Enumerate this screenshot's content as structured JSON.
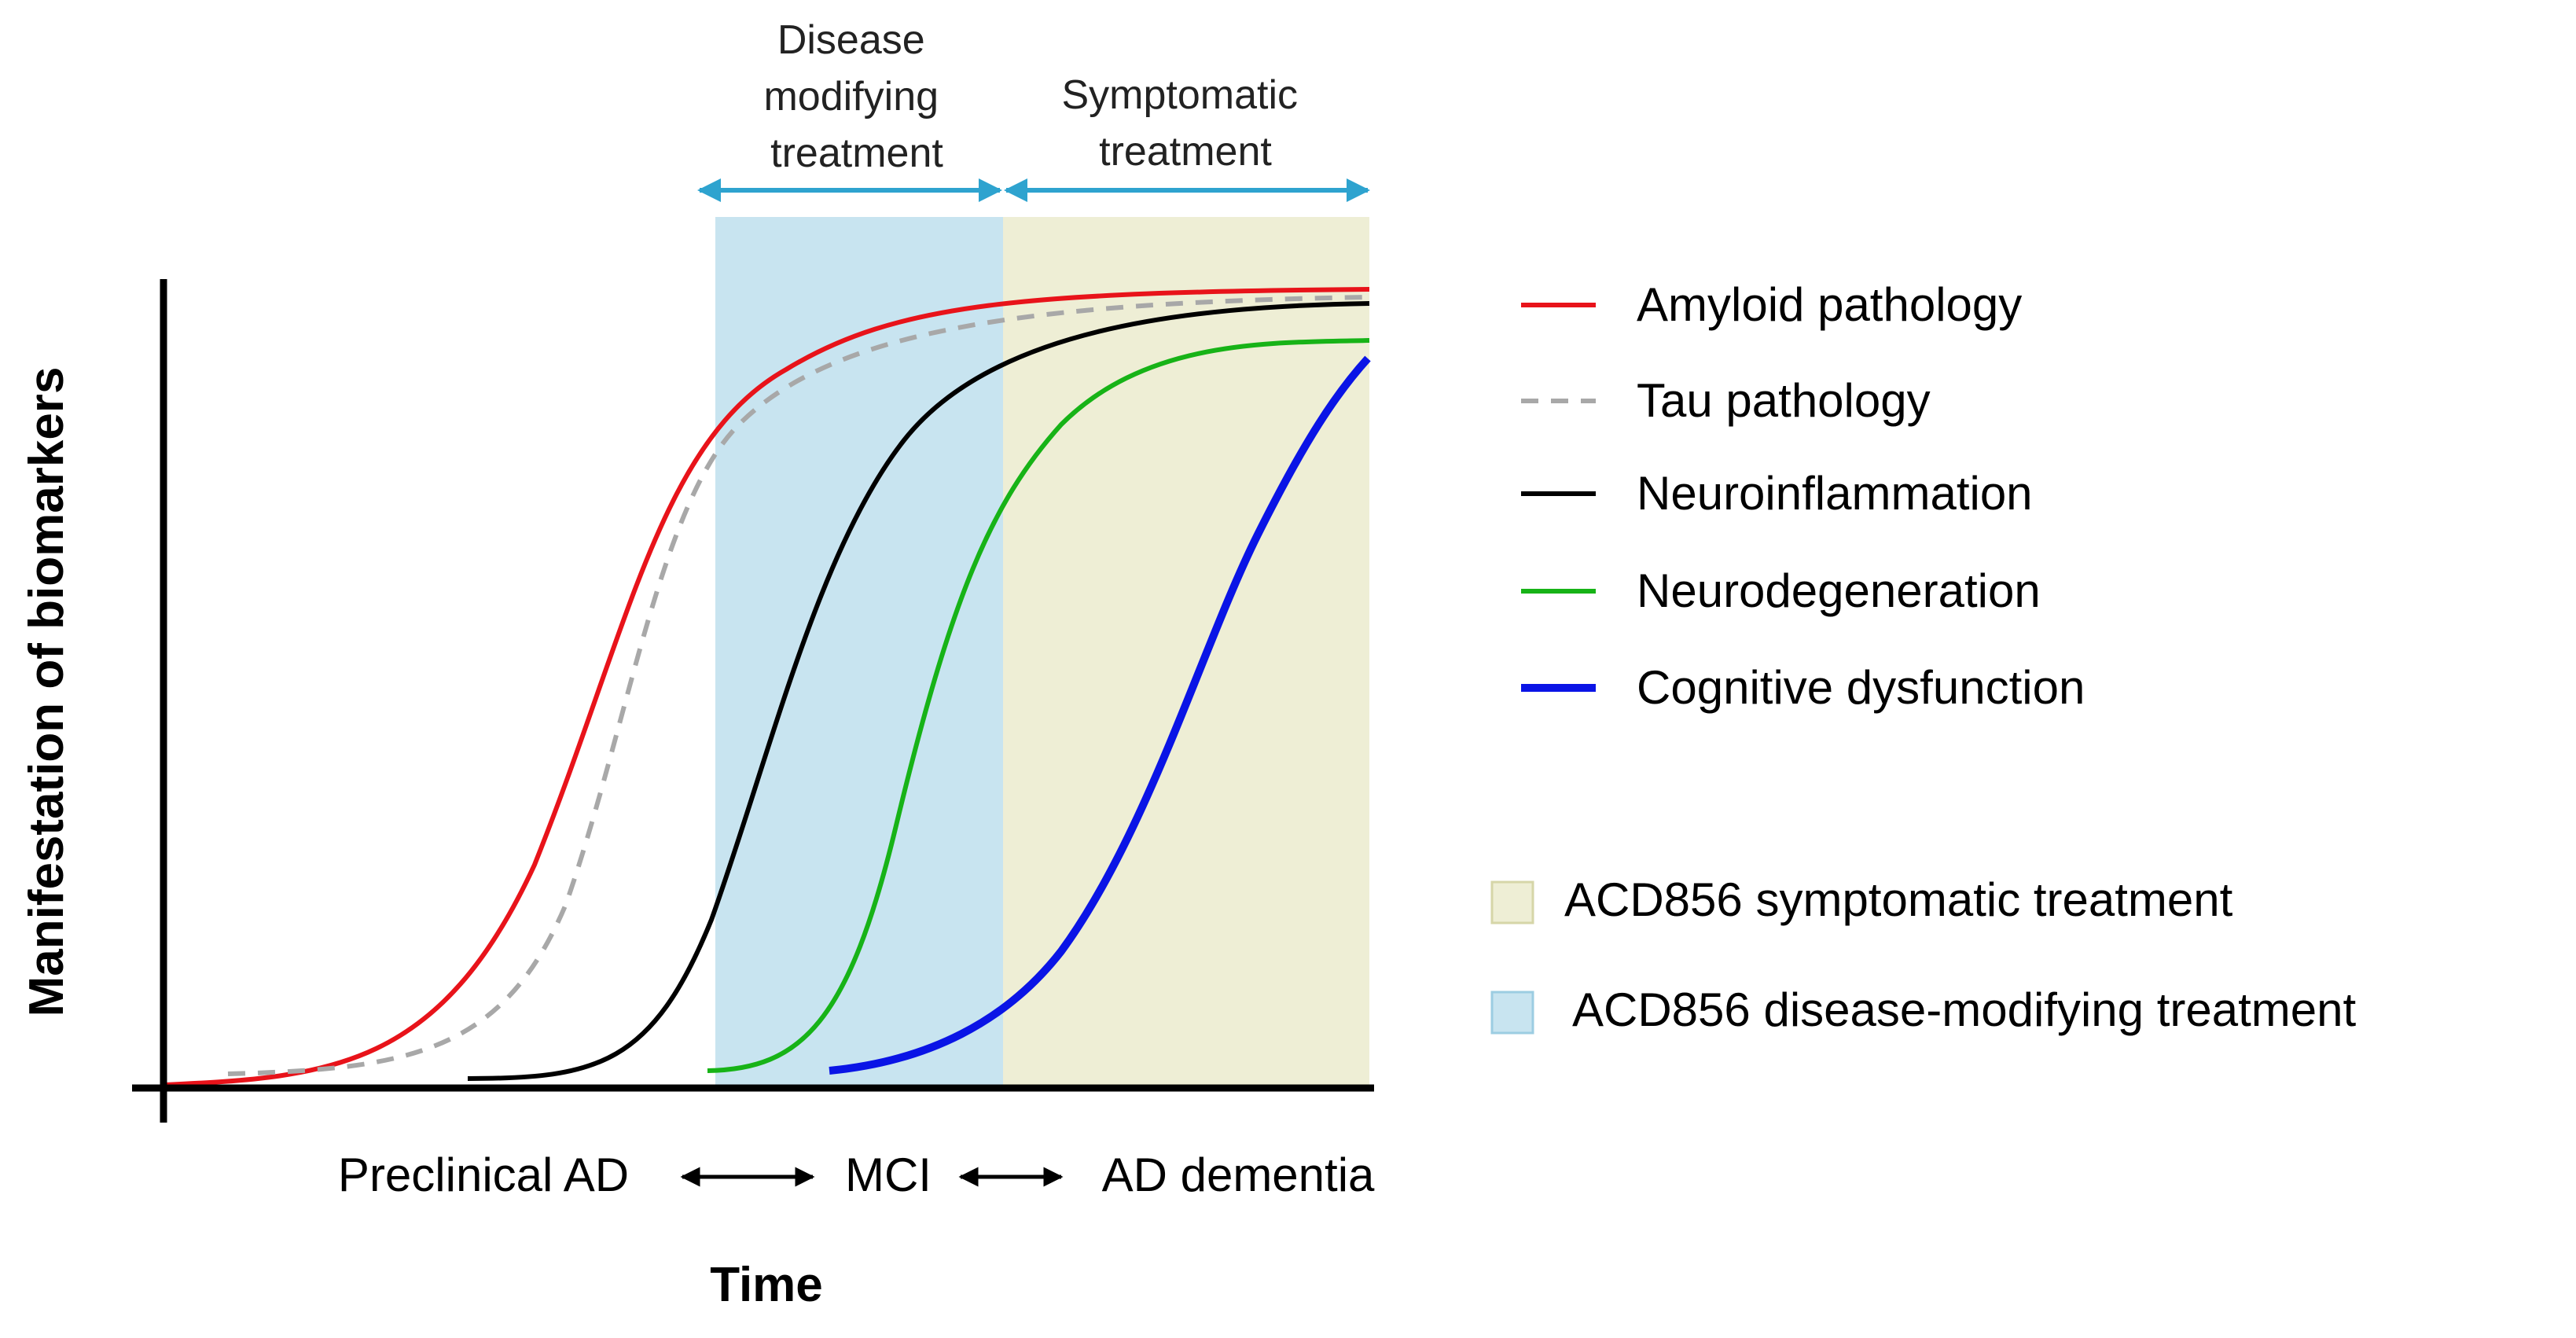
{
  "header": {
    "disease_modifying_lines": [
      "Disease",
      "modifying",
      "treatment"
    ],
    "symptomatic_lines": [
      "Symptomatic",
      "treatment"
    ]
  },
  "axes": {
    "ylabel": "Manifestation of biomarkers",
    "xlabel": "Time"
  },
  "stages": {
    "preclinical": "Preclinical AD",
    "mci": "MCI",
    "dementia": "AD dementia"
  },
  "legend": {
    "series": [
      {
        "label": "Amyloid pathology",
        "color": "#e8131a",
        "dash": false
      },
      {
        "label": "Tau pathology",
        "color": "#a8a8a8",
        "dash": true
      },
      {
        "label": "Neuroinflammation",
        "color": "#000000",
        "dash": false
      },
      {
        "label": "Neurodegeneration",
        "color": "#17b317",
        "dash": false
      },
      {
        "label": "Cognitive dysfunction",
        "color": "#0a14e6",
        "dash": false
      }
    ],
    "regions": [
      {
        "label": "ACD856 symptomatic treatment",
        "color": "#eeeed5"
      },
      {
        "label": "ACD856 disease-modifying treatment",
        "color": "#c8e4f0"
      }
    ]
  },
  "colors": {
    "arrow": "#2ea3cf",
    "symptomatic_region": "#eeeed5",
    "disease_modifying_region": "#c8e4f0"
  }
}
